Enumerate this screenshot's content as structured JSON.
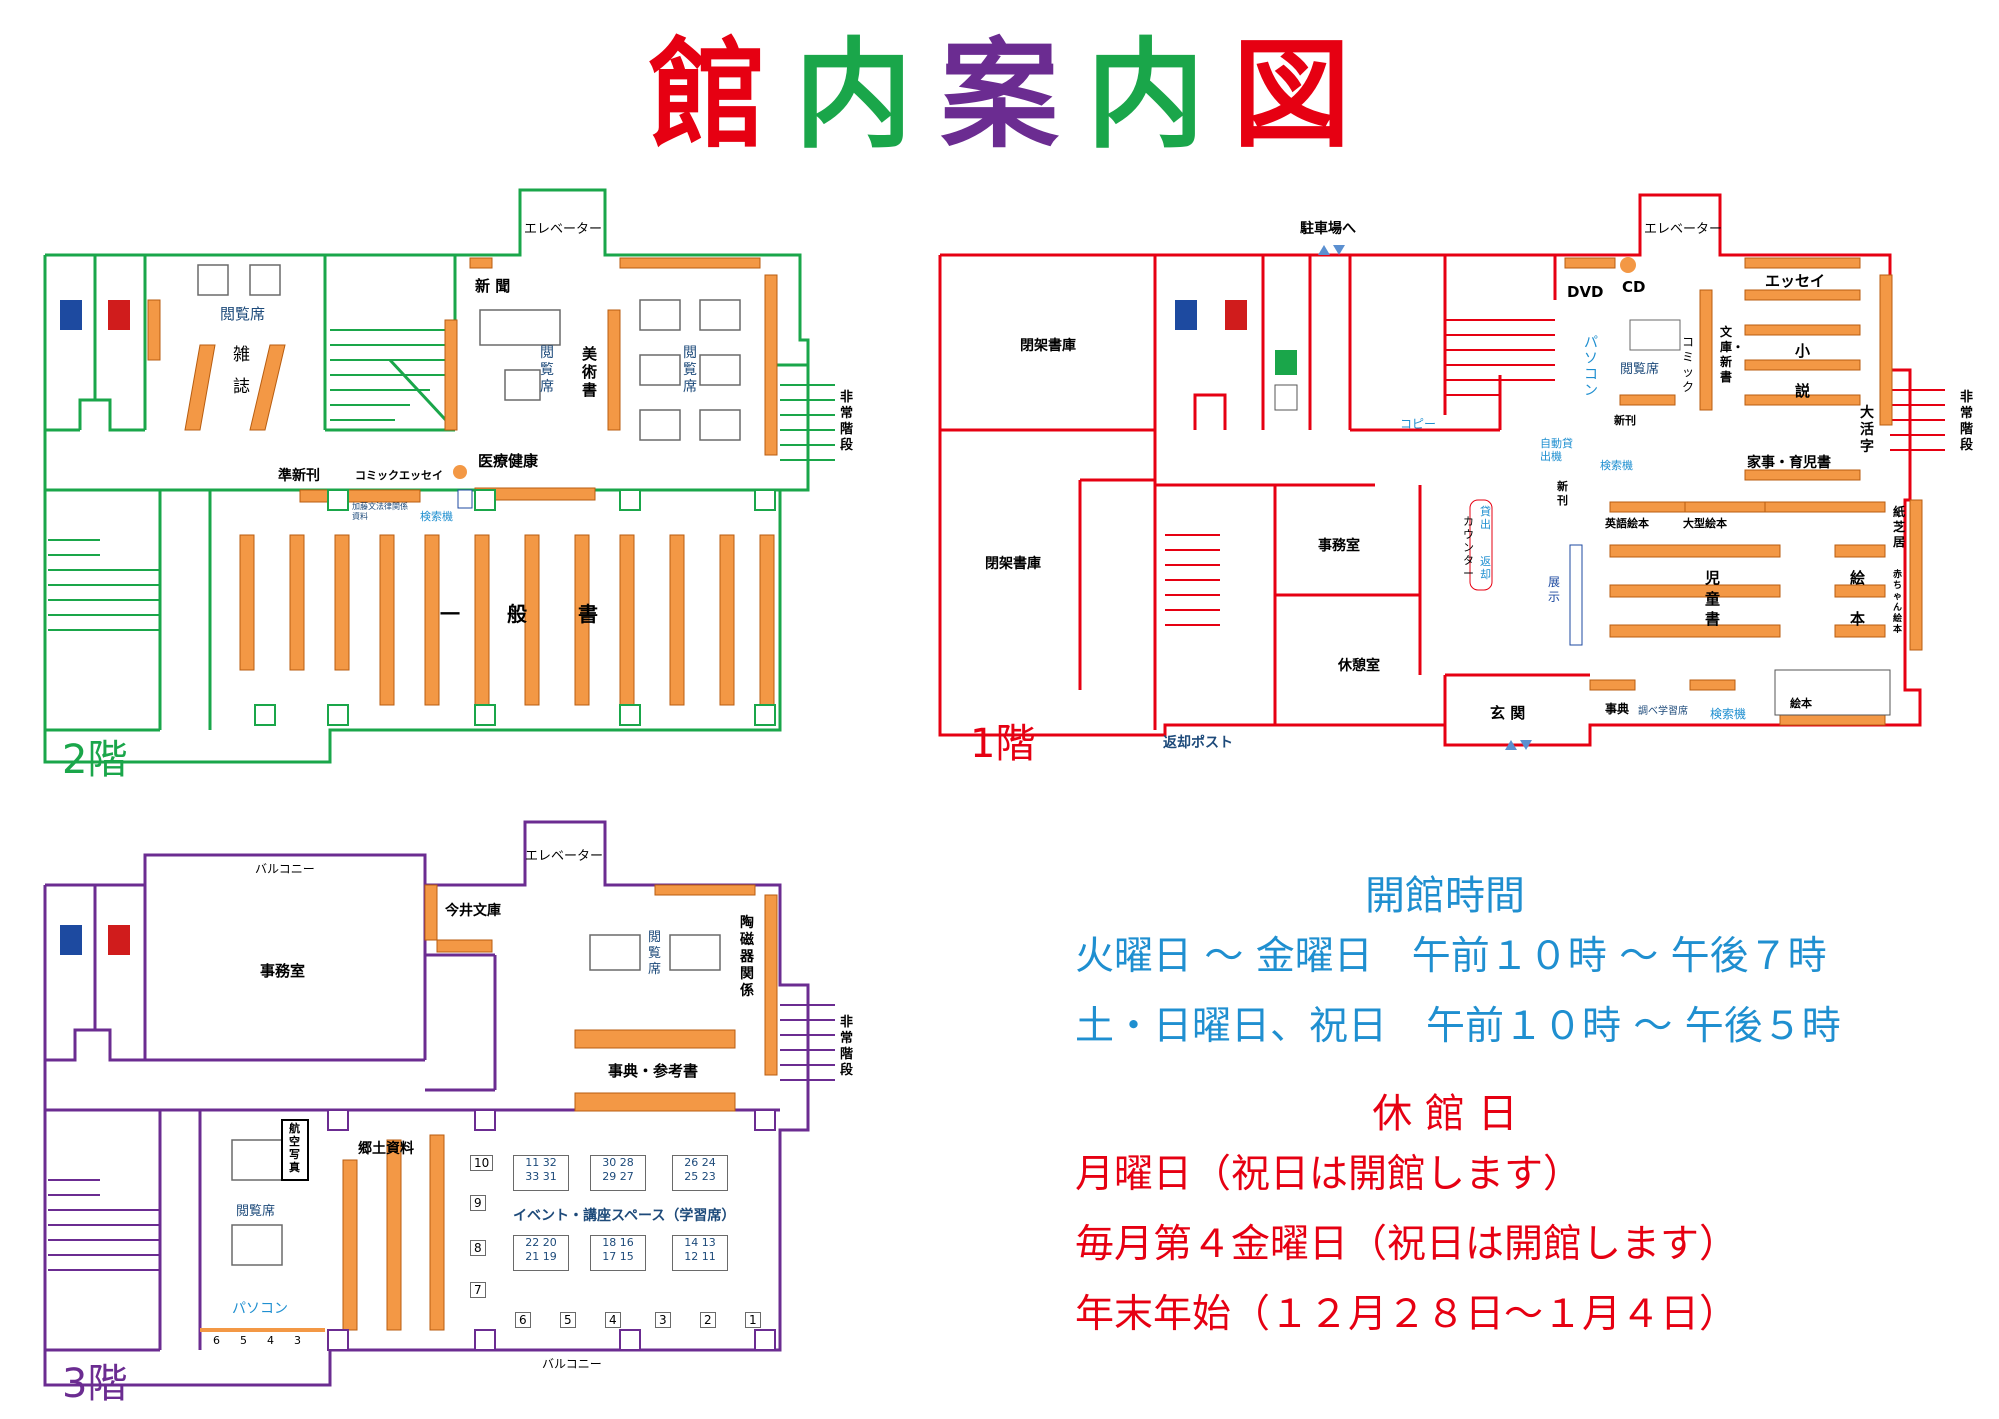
{
  "title": {
    "chars": [
      "館",
      "内",
      "案",
      "内",
      "図"
    ],
    "colors": [
      "#e60012",
      "#1aa64a",
      "#6b2c91",
      "#1aa64a",
      "#e60012"
    ]
  },
  "colors": {
    "floor2": "#1aa64a",
    "floor1": "#e60012",
    "floor3": "#6b2c91",
    "shelf": "#f39845",
    "info_blue": "#1f8fd0",
    "info_red": "#e60012"
  },
  "floor2": {
    "label": "2階",
    "elevator": "エレベーター",
    "reading_seats_top": "閲覧席",
    "magazines_1": "雑",
    "magazines_2": "誌",
    "newspaper": "新 聞",
    "reading_seats_mid": "閲覧席",
    "art_books": "美術書",
    "reading_seats_right": "閲覧席",
    "emergency_stairs": "非常階段",
    "new_semi_new": "準新刊",
    "comic_essay": "コミックエッセイ",
    "medical_health": "医療健康",
    "kagawa_materials": "加藤文法律関係資料",
    "search_terminal": "検索機",
    "general_books_1": "一",
    "general_books_2": "般",
    "general_books_3": "書",
    "toilet": "TOILET"
  },
  "floor1": {
    "label": "1階",
    "parking": "駐車場へ",
    "elevator": "エレベーター",
    "closed_stacks_1": "閉架書庫",
    "closed_stacks_2": "閉架書庫",
    "dvd": "DVD",
    "cd": "CD",
    "essay": "エッセイ",
    "pc": "パソコン",
    "comic": "コミック",
    "paperback": "文庫・新書",
    "novel_1": "小",
    "novel_2": "説",
    "large_print": "大活字",
    "reading_seats": "閲覧席",
    "copy": "コピー",
    "new_books": "新刊",
    "auto_checkout": "自動貸出機",
    "search_terminal": "検索機",
    "new_books_2": "新刊",
    "home_parenting": "家事・育児書",
    "english_picture": "英語絵本",
    "large_picture": "大型絵本",
    "counter": "カウンター",
    "lend": "貸出",
    "return": "返却",
    "exhibit": "展示",
    "office": "事務室",
    "lounge": "休憩室",
    "children_1": "児",
    "children_2": "童",
    "children_3": "書",
    "picture_1": "絵",
    "picture_2": "本",
    "kamishibai": "紙芝居",
    "baby_picture": "赤ちゃん絵本",
    "entrance": "玄 関",
    "return_post": "返却ポスト",
    "dictionary": "事典",
    "study": "調べ学習席",
    "search_terminal_2": "検索機",
    "picture_3": "絵本",
    "emergency_stairs": "非常階段",
    "toilet": "TOILET"
  },
  "floor3": {
    "label": "3階",
    "balcony_top": "バルコニー",
    "elevator": "エレベーター",
    "imai_bunko": "今井文庫",
    "office": "事務室",
    "reading_seats_right": "閲覧席",
    "ceramics": "陶磁器関係",
    "emergency_stairs": "非常階段",
    "reference": "事典・参考書",
    "aerial_photo": "航空写真",
    "local_materials": "郷土資料",
    "reading_seats": "閲覧席",
    "event_space": "イベント・講座スペース（学習席）",
    "pc": "パソコン",
    "balcony_bottom": "バルコニー",
    "pc_seats": [
      "6",
      "5",
      "4",
      "3"
    ],
    "seat_nums_a": [
      "10",
      "9",
      "8",
      "7"
    ],
    "seat_nums_b": [
      "6",
      "5",
      "4",
      "3",
      "2",
      "1"
    ],
    "tables": [
      [
        "11",
        "32",
        "33",
        "31"
      ],
      [
        "30",
        "28",
        "29",
        "27"
      ],
      [
        "26",
        "24",
        "25",
        "23"
      ],
      [
        "22",
        "20",
        "21",
        "19"
      ],
      [
        "18",
        "16",
        "17",
        "15"
      ],
      [
        "14",
        "13",
        "12",
        "11"
      ]
    ],
    "toilet": "TOILET"
  },
  "info": {
    "hours_heading": "開館時間",
    "hours_1": "火曜日 ～ 金曜日　午前１０時 ～ 午後７時",
    "hours_2": "土・日曜日、祝日　午前１０時 ～ 午後５時",
    "closed_heading": "休 館 日",
    "closed_1": "月曜日（祝日は開館します）",
    "closed_2": "毎月第４金曜日（祝日は開館します）",
    "closed_3": "年末年始（１２月２８日～１月４日）"
  }
}
